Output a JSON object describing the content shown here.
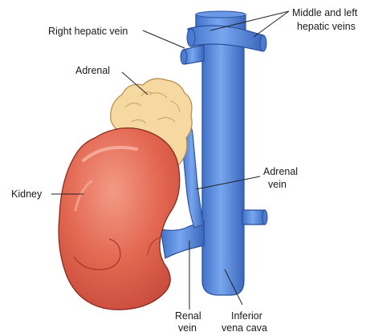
{
  "labels": {
    "right_hepatic_vein": "Right hepatic vein",
    "middle_left_1": "Middle and left",
    "middle_left_2": "hepatic veins",
    "adrenal": "Adrenal",
    "kidney": "Kidney",
    "adrenal_vein_1": "Adrenal",
    "adrenal_vein_2": "vein",
    "renal_vein_1": "Renal",
    "renal_vein_2": "vein",
    "ivc_1": "Inferior",
    "ivc_2": "vena cava"
  },
  "colors": {
    "vein_fill": "#5b8fe0",
    "vein_stroke": "#2a4f9a",
    "kidney_fill": "#e06a5a",
    "kidney_highlight": "#f2a596",
    "kidney_stroke": "#8a2a20",
    "adrenal_fill": "#f6d9a0",
    "adrenal_stroke": "#b48b4a"
  }
}
